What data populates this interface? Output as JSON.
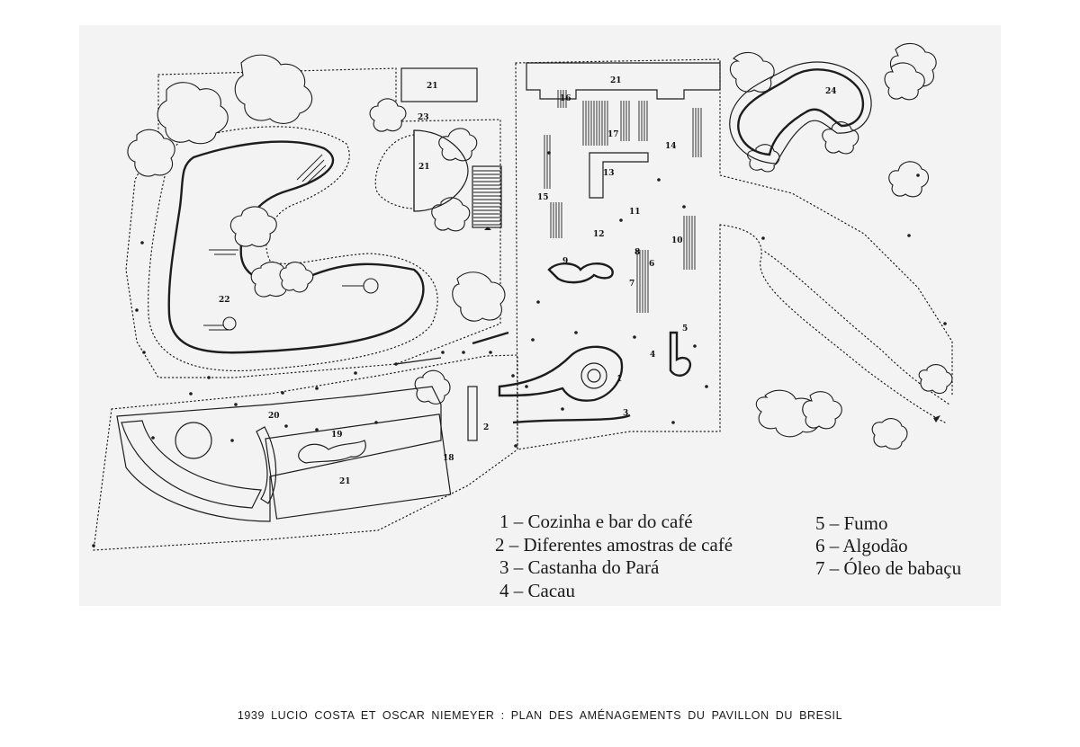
{
  "legend": {
    "item_1": "1 – Cozinha e bar do café",
    "item_2": "2 – Diferentes amostras de café",
    "item_3": "3 – Castanha do Pará",
    "item_4": "4 – Cacau",
    "item_5": "5 – Fumo",
    "item_6": "6 – Algodão",
    "item_7": "7 – Óleo de babaçu"
  },
  "plan_numbers": {
    "n1": "1",
    "n2": "2",
    "n3": "3",
    "n4": "4",
    "n5": "5",
    "n6": "6",
    "n7": "7",
    "n8": "8",
    "n9": "9",
    "n10": "10",
    "n11": "11",
    "n12": "12",
    "n13": "13",
    "n14": "14",
    "n15": "15",
    "n16": "16",
    "n17": "17",
    "n18": "18",
    "n19": "19",
    "n20": "20",
    "n21": "21",
    "n22": "22",
    "n23": "23",
    "n24": "24"
  },
  "caption": "1939 LUCIO COSTA ET OSCAR NIEMEYER : PLAN DES AMÉNAGEMENTS DU PAVILLON DU BRESIL"
}
